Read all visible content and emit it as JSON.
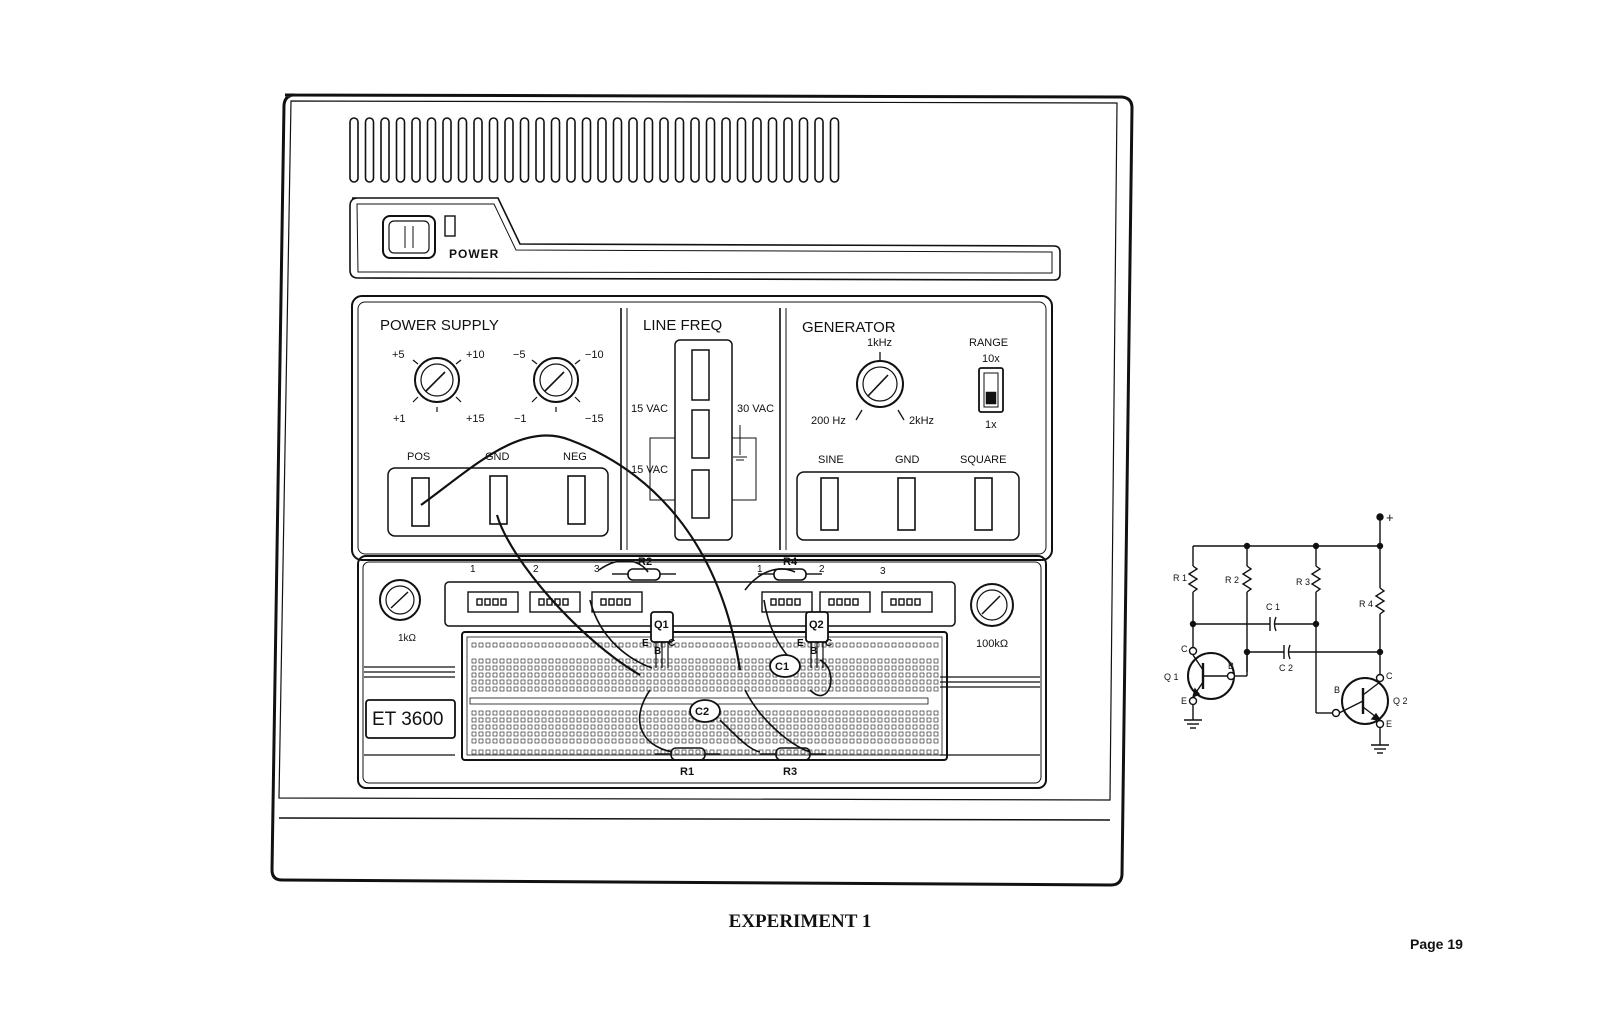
{
  "trainer": {
    "power_label": "POWER",
    "model": "ET 3600",
    "power_supply": {
      "title": "POWER SUPPLY",
      "pos_knob": {
        "top_left": "+5",
        "top_right": "+10",
        "bottom_left": "+1",
        "bottom_right": "+15"
      },
      "neg_knob": {
        "top_left": "−5",
        "top_right": "−10",
        "bottom_left": "−1",
        "bottom_right": "−15"
      },
      "terminals": [
        "POS",
        "GND",
        "NEG"
      ]
    },
    "line_freq": {
      "title": "LINE FREQ",
      "labels": [
        "15 VAC",
        "30 VAC",
        "15 VAC"
      ]
    },
    "generator": {
      "title": "GENERATOR",
      "knob_top": "1kHz",
      "knob_left": "200 Hz",
      "knob_right": "2kHz",
      "range_label": "RANGE",
      "range_high": "10x",
      "range_low": "1x",
      "terminals": [
        "SINE",
        "GND",
        "SQUARE"
      ]
    },
    "pot_left": "1kΩ",
    "pot_right": "100kΩ",
    "connector_numbers_left": [
      "1",
      "2",
      "3"
    ],
    "connector_numbers_right": [
      "1",
      "2",
      "3"
    ],
    "components": {
      "r1": "R1",
      "r2": "R2",
      "r3": "R3",
      "r4": "R4",
      "q1": "Q1",
      "q2": "Q2",
      "c1": "C1",
      "c2": "C2",
      "e": "E",
      "b": "B",
      "c": "C"
    }
  },
  "schematic": {
    "supply": "+",
    "r1": "R 1",
    "r2": "R 2",
    "r3": "R 3",
    "r4": "R 4",
    "c1": "C 1",
    "c2": "C 2",
    "q1": "Q 1",
    "q2": "Q 2",
    "pin_c": "C",
    "pin_b": "B",
    "pin_e": "E"
  },
  "caption": "EXPERIMENT 1",
  "page_number": "Page 19"
}
